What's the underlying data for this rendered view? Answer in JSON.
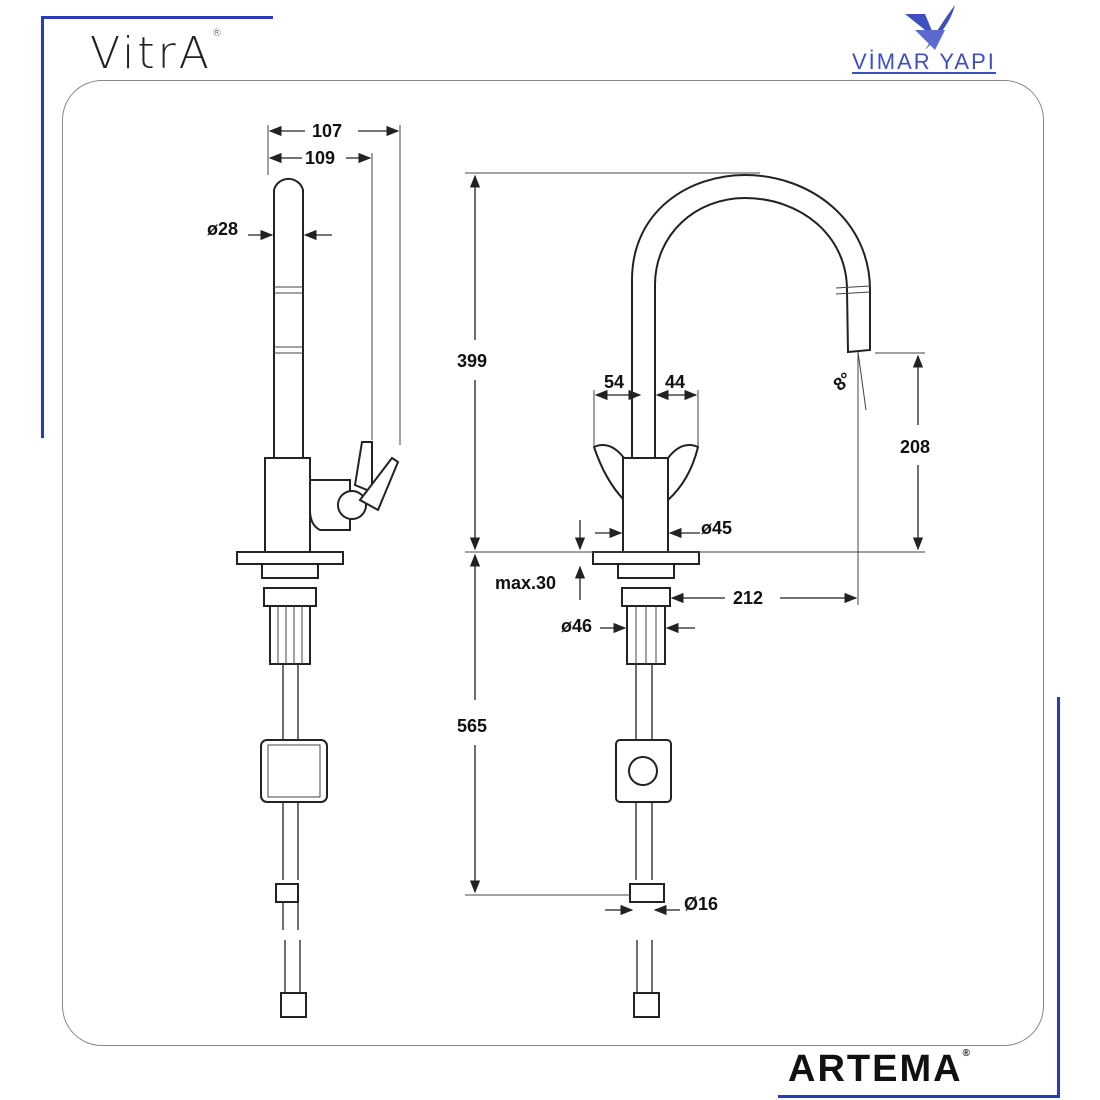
{
  "brands": {
    "vitra": "VitrA",
    "vimar": "VİMAR YAPI",
    "artema": "ARTEMA",
    "registered": "®"
  },
  "colors": {
    "accent": "#2b3bb3",
    "panel_border": "#888888",
    "line": "#222222"
  },
  "dimensions": {
    "side_width_top": "107",
    "side_width_lever": "109",
    "spout_diameter": "ø28",
    "height_spout": "399",
    "handle_left": "54",
    "handle_right": "44",
    "angle": "8°",
    "outlet_height": "208",
    "body_diameter": "ø45",
    "max_thickness": "max.30",
    "reach": "212",
    "shank_diameter": "ø46",
    "below_counter": "565",
    "hose_diameter": "Ø16"
  }
}
